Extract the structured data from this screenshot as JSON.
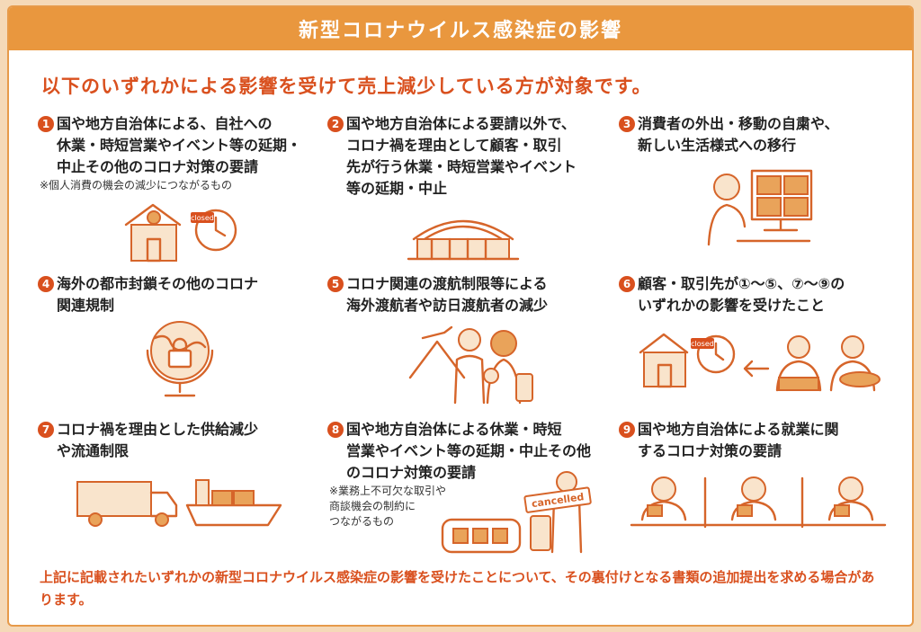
{
  "title": "新型コロナウイルス感染症の影響",
  "subtitle": "以下のいずれかによる影響を受けて売上減少している方が対象です。",
  "items": [
    {
      "num": "1",
      "text": "国や地方自治体による、自社への\n休業・時短営業やイベント等の延期・\n中止その他のコロナ対策の要請",
      "note": "※個人消費の機会の減少につながるもの"
    },
    {
      "num": "2",
      "text": "国や地方自治体による要請以外で、\nコロナ禍を理由として顧客・取引\n先が行う休業・時短営業やイベント\n等の延期・中止",
      "note": ""
    },
    {
      "num": "3",
      "text": "消費者の外出・移動の自粛や、\n新しい生活様式への移行",
      "note": ""
    },
    {
      "num": "4",
      "text": "海外の都市封鎖その他のコロナ\n関連規制",
      "note": ""
    },
    {
      "num": "5",
      "text": "コロナ関連の渡航制限等による\n海外渡航者や訪日渡航者の減少",
      "note": ""
    },
    {
      "num": "6",
      "text": "顧客・取引先が①〜⑤、⑦〜⑨の\nいずれかの影響を受けたこと",
      "note": ""
    },
    {
      "num": "7",
      "text": "コロナ禍を理由とした供給減少\nや流通制限",
      "note": ""
    },
    {
      "num": "8",
      "text": "国や地方自治体による休業・時短\n営業やイベント等の延期・中止その他\nのコロナ対策の要請",
      "note": "※業務上不可欠な取引や\n商談機会の制約に\nつながるもの"
    },
    {
      "num": "9",
      "text": "国や地方自治体による就業に関\nするコロナ対策の要請",
      "note": ""
    }
  ],
  "labels": {
    "closed": "closed",
    "cancelled": "cancelled"
  },
  "footer": "上記に記載されたいずれかの新型コロナウイルス感染症の影響を受けたことについて、その裏付けとなる書類の追加提出を求める場合があります。",
  "colors": {
    "accent": "#e9973e",
    "red": "#d9501e",
    "background": "#f5d9b8"
  }
}
